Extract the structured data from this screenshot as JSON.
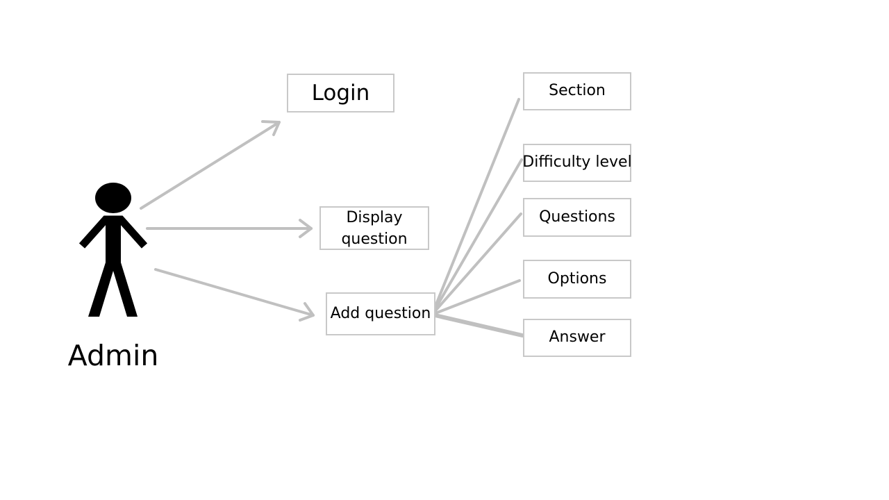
{
  "actor": {
    "label": "Admin",
    "icon": "stick-figure-icon"
  },
  "use_cases": {
    "login": "Login",
    "display_question": "Display question",
    "add_question": "Add question"
  },
  "add_question_fields": {
    "section": "Section",
    "difficulty_level": "Difficulty level",
    "questions": "Questions",
    "options": "Options",
    "answer": "Answer"
  },
  "colors": {
    "connector": "#c0c0c0",
    "box_border": "#c8c8c8",
    "actor": "#000000"
  }
}
